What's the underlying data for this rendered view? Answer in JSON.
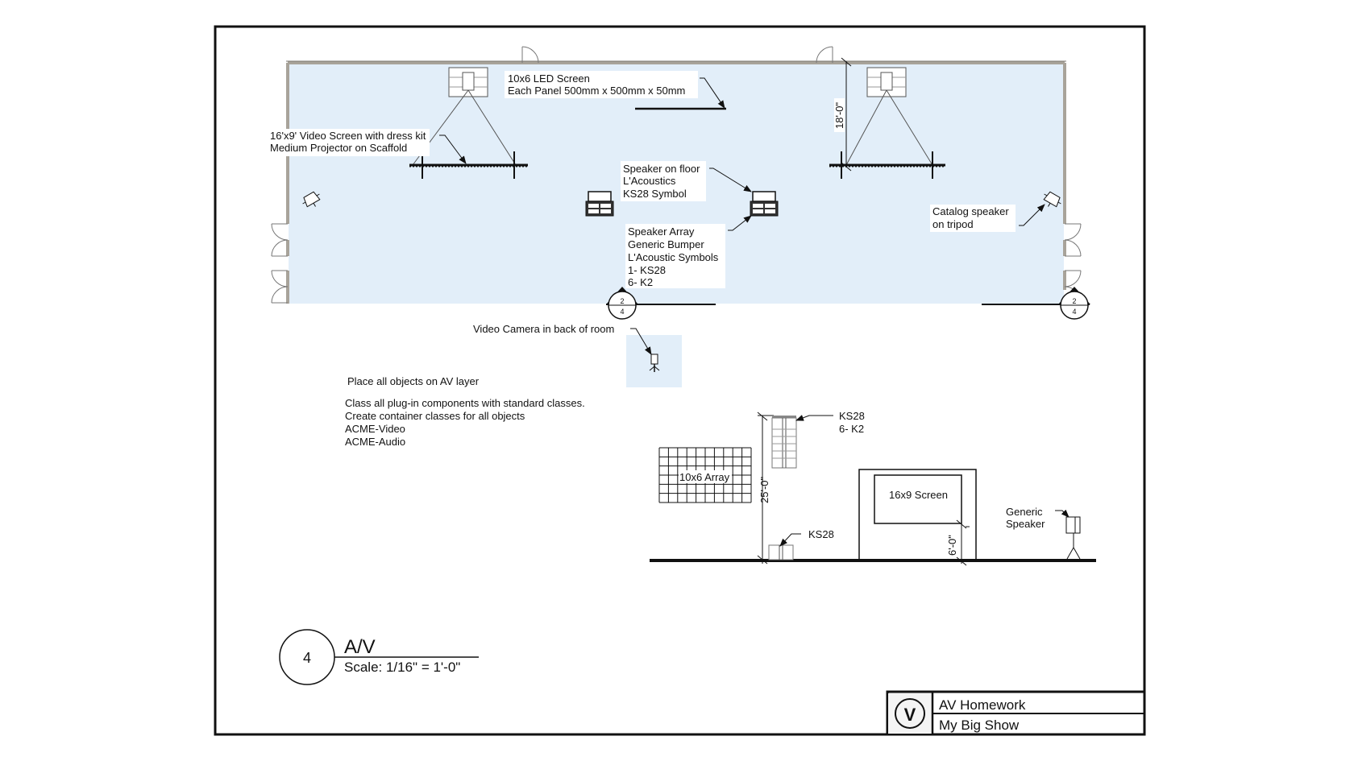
{
  "colors": {
    "room_fill": "#e2eef9",
    "wall": "#a8a39a",
    "ink": "#111111",
    "title_logo_bg": "#f4f4f4"
  },
  "plan": {
    "callouts": {
      "led_screen": [
        "10x6 LED Screen",
        "Each Panel 500mm x 500mm x 50mm"
      ],
      "video_screen": [
        "16'x9' Video Screen with dress kit",
        "Medium Projector on Scaffold"
      ],
      "speaker_floor": [
        "Speaker on floor",
        "L'Acoustics",
        "KS28 Symbol"
      ],
      "speaker_array": [
        "Speaker Array",
        "Generic Bumper",
        "L'Acoustic Symbols",
        "1- KS28",
        "6- K2"
      ],
      "catalog_speaker": [
        "Catalog speaker",
        "on tripod"
      ],
      "camera": "Video Camera in back of room"
    },
    "dimension_18": "18'-0\"",
    "section_markers": [
      {
        "top": "2",
        "bottom": "4"
      },
      {
        "top": "2",
        "bottom": "4"
      }
    ]
  },
  "notes": {
    "line1": "Place all objects on AV layer",
    "lines": [
      "Class all plug-in components with standard classes.",
      "Create container classes for all objects",
      "ACME-Video",
      "ACME-Audio"
    ]
  },
  "elevation": {
    "ks28_array_label": [
      "KS28",
      "6- K2"
    ],
    "array_label": "10x6 Array",
    "dimension_25": "25'-0\"",
    "ks28_label": "KS28",
    "screen_label": "16x9 Screen",
    "dimension_6": "6'-0\"",
    "generic_speaker": [
      "Generic",
      "Speaker"
    ]
  },
  "drawing_title": {
    "number": "4",
    "name": "A/V",
    "scale": "Scale: 1/16\" = 1'-0\""
  },
  "title_block": {
    "logo": "V",
    "project": "AV Homework",
    "show": "My Big Show"
  }
}
